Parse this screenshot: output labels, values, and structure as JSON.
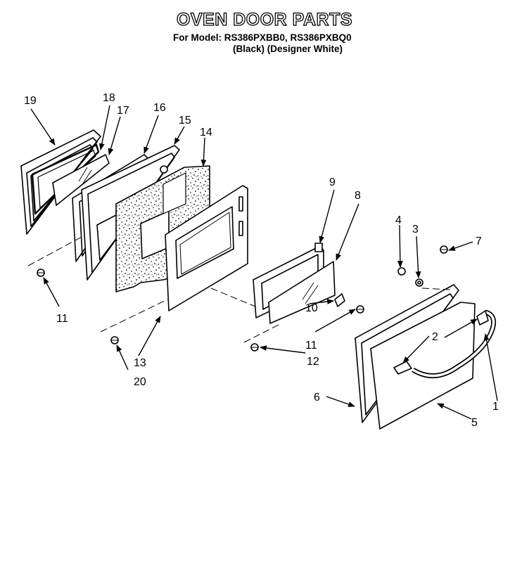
{
  "header": {
    "title": "OVEN DOOR PARTS",
    "model_line": "For Model: RS386PXBB0, RS386PXBQ0",
    "variant_line": "(Black) (Designer White)"
  },
  "callouts": {
    "c1": "1",
    "c2": "2",
    "c3": "3",
    "c4": "4",
    "c5": "5",
    "c6": "6",
    "c7": "7",
    "c8": "8",
    "c9": "9",
    "c10": "10",
    "c11a": "11",
    "c11b": "11",
    "c12": "12",
    "c13": "13",
    "c14": "14",
    "c15": "15",
    "c16": "16",
    "c17": "17",
    "c18": "18",
    "c19": "19",
    "c20": "20"
  }
}
